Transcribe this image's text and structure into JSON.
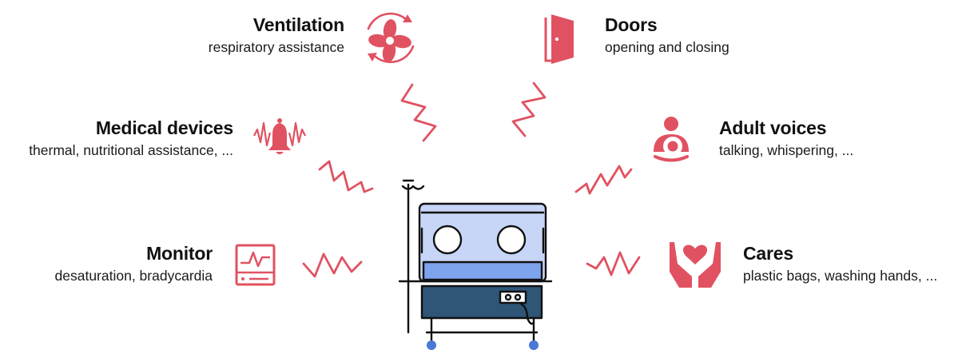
{
  "sources": [
    {
      "id": "ventilation",
      "title": "Ventilation",
      "subtitle": "respiratory assistance",
      "icon": "fan-icon"
    },
    {
      "id": "doors",
      "title": "Doors",
      "subtitle": "opening and closing",
      "icon": "door-icon"
    },
    {
      "id": "medical",
      "title": "Medical devices",
      "subtitle": "thermal, nutritional assistance, ...",
      "icon": "alarm-bell-icon"
    },
    {
      "id": "voices",
      "title": "Adult voices",
      "subtitle": "talking, whispering, ...",
      "icon": "adult-holding-baby-icon"
    },
    {
      "id": "monitor",
      "title": "Monitor",
      "subtitle": "desaturation, bradycardia",
      "icon": "monitor-icon"
    },
    {
      "id": "cares",
      "title": "Cares",
      "subtitle": "plastic bags, washing hands, ...",
      "icon": "hands-heart-icon"
    }
  ],
  "center": {
    "icon": "incubator-icon"
  },
  "colors": {
    "accent": "#e05262",
    "incubator_glass": "#c7d5f7",
    "incubator_floor": "#7fa4ee",
    "incubator_base": "#2f5577",
    "wheel": "#4a78d6",
    "text": "#111111"
  }
}
